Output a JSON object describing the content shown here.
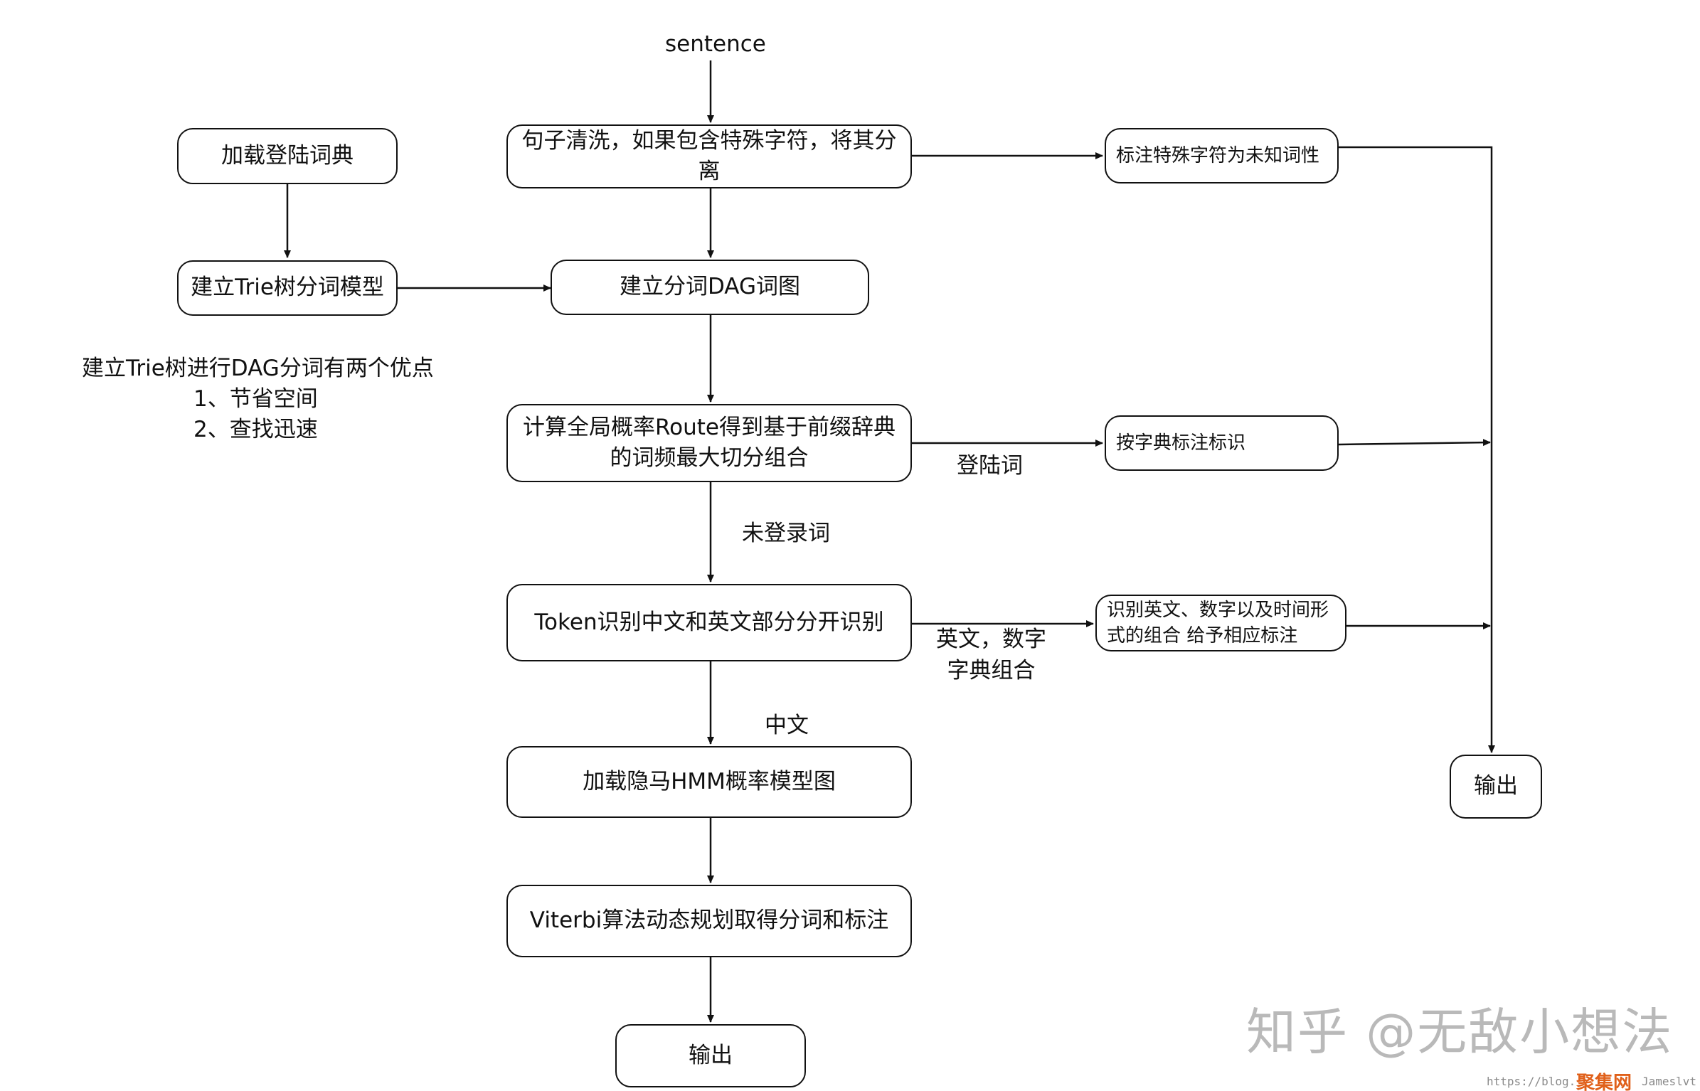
{
  "diagram": {
    "input_label": "sentence",
    "nodes": {
      "load_dict": "加载登陆词典",
      "build_trie": "建立Trie树分词模型",
      "clean": "句子清洗，如果包含特殊字符，将其分离",
      "build_dag": "建立分词DAG词图",
      "route": "计算全局概率Route得到基于前缀辞典的词频最大切分组合",
      "token": "Token识别中文和英文部分分开识别",
      "hmm": "加载隐马HMM概率模型图",
      "viterbi": "Viterbi算法动态规划取得分词和标注",
      "output_main": "输出",
      "mark_special": "标注特殊字符为未知词性",
      "mark_dict": "按字典标注标识",
      "mark_en_num": "识别英文、数字以及时间形式的组合 给予相应标注",
      "output_side": "输出"
    },
    "edge_labels": {
      "registered": "登陆词",
      "unregistered": "未登录词",
      "en_num": "英文，数字\n字典组合",
      "chinese": "中文"
    },
    "note": {
      "title": "建立Trie树进行DAG分词有两个优点",
      "items": [
        "1、节省空间",
        "2、查找迅速"
      ]
    }
  },
  "watermark": {
    "text": "知乎 @无敌小想法",
    "url": "https://blog.",
    "url_tail": "Jameslvt",
    "brand": "聚集网"
  }
}
